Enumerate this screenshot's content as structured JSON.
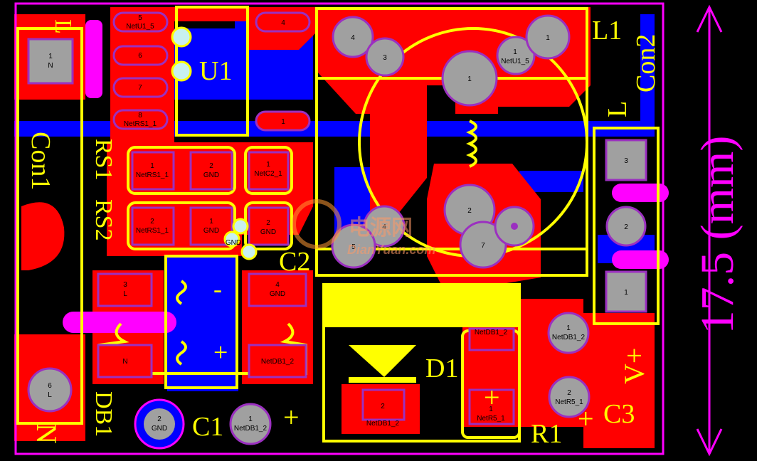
{
  "colors": {
    "background": "#000000",
    "top_copper": "#ff0000",
    "bottom_copper": "#0000ff",
    "silkscreen": "#ffff00",
    "mechanical": "#ff00ff",
    "pad_hole": "#c8f0f0",
    "pad_ring": "#a0a0a0"
  },
  "silkscreen": {
    "l_top_left": "L",
    "con1": "Con1",
    "rs1": "RS1",
    "rs2": "RS2",
    "u1": "U1",
    "c2": "C2",
    "l1": "L1",
    "l_right": "L",
    "con2": "Con2",
    "db1": "DB1",
    "c1": "C1",
    "d1": "D1",
    "r1": "R1",
    "c3": "C3",
    "v_plus": "V+",
    "n_bottom_left": "N",
    "plus_c1": "+",
    "plus_c3": "+",
    "plus_r1": "+",
    "minus_db": "-",
    "plus_db": "+"
  },
  "dimension": {
    "label": "17.5 (mm)"
  },
  "watermark": {
    "cn_text": "电源网",
    "url": "DianYuan.com"
  },
  "pads": {
    "con1_1": {
      "num": "1",
      "net": "N"
    },
    "con1_6": {
      "num": "6",
      "net": "L"
    },
    "u1_5": {
      "num": "5",
      "net": "NetU1_5"
    },
    "u1_6": {
      "num": "6",
      "net": ""
    },
    "u1_7": {
      "num": "7",
      "net": ""
    },
    "u1_8": {
      "num": "8",
      "net": "NetRS1_1"
    },
    "u1_4": {
      "num": "4",
      "net": ""
    },
    "u1_1": {
      "num": "1",
      "net": ""
    },
    "rs1_1": {
      "num": "1",
      "net": "NetRS1_1"
    },
    "rs1_2": {
      "num": "2",
      "net": "GND"
    },
    "c2_1": {
      "num": "1",
      "net": "NetC2_1"
    },
    "rs2_2": {
      "num": "2",
      "net": "NetRS1_1"
    },
    "rs2_1": {
      "num": "1",
      "net": "GND"
    },
    "c2_2": {
      "num": "2",
      "net": "GND"
    },
    "gnd_via": {
      "num": "",
      "net": "GND"
    },
    "db1_3": {
      "num": "3",
      "net": "L"
    },
    "db1_4": {
      "num": "4",
      "net": "GND"
    },
    "db1_n": {
      "num": "",
      "net": "N"
    },
    "db1_2": {
      "num": "",
      "net": "NetDB1_2"
    },
    "c1_2": {
      "num": "2",
      "net": "GND"
    },
    "c1_1": {
      "num": "1",
      "net": "NetDB1_2"
    },
    "l1_4": {
      "num": "4",
      "net": ""
    },
    "l1_3": {
      "num": "3",
      "net": ""
    },
    "l1_1a": {
      "num": "1",
      "net": ""
    },
    "l1_1b": {
      "num": "1",
      "net": "NetU1_5"
    },
    "l1_1c": {
      "num": "1",
      "net": ""
    },
    "l1_2": {
      "num": "2",
      "net": ""
    },
    "l1_4b": {
      "num": "4",
      "net": ""
    },
    "l1_5": {
      "num": "5",
      "net": ""
    },
    "l1_7": {
      "num": "7",
      "net": ""
    },
    "con2_3": {
      "num": "3",
      "net": ""
    },
    "con2_2": {
      "num": "2",
      "net": ""
    },
    "con2_1": {
      "num": "1",
      "net": ""
    },
    "d1_2": {
      "num": "2",
      "net": "NetDB1_2"
    },
    "d1_top": {
      "num": "",
      "net": "NetDB1_2"
    },
    "r1_1": {
      "num": "1",
      "net": "NetR5_1"
    },
    "c3_1": {
      "num": "1",
      "net": "NetDB1_2"
    },
    "c3_2": {
      "num": "2",
      "net": "NetR5_1"
    }
  }
}
